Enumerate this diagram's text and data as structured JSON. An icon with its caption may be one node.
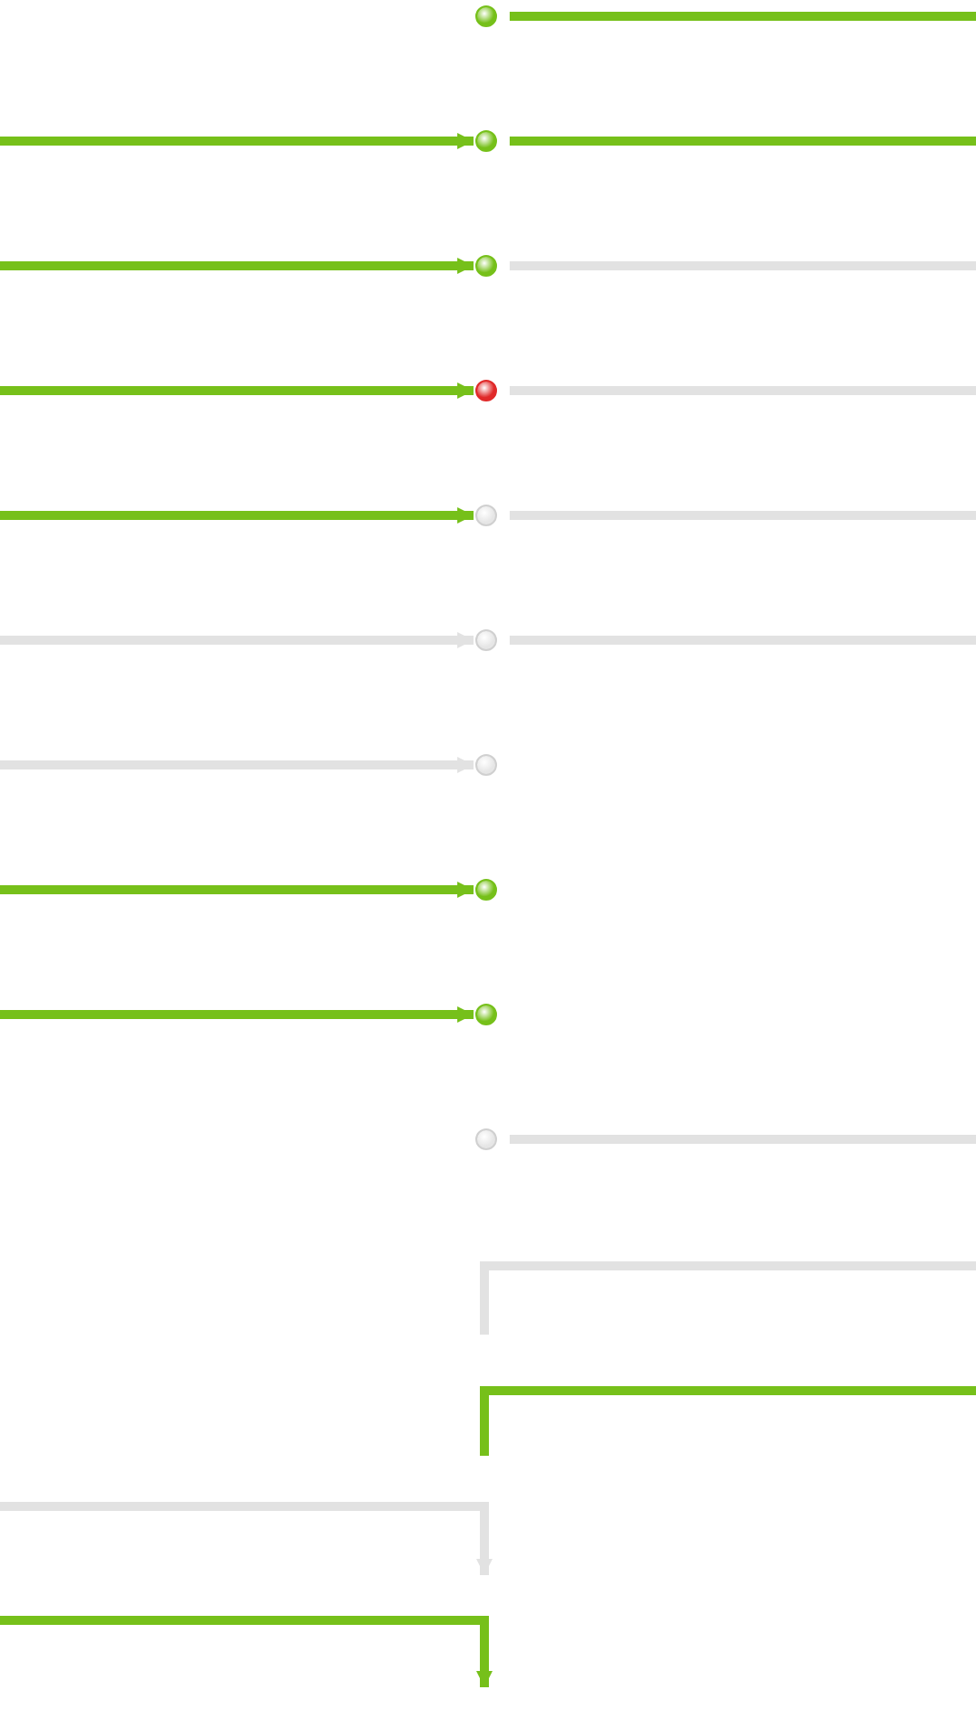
{
  "diagram": {
    "nodes": [
      {
        "text": [],
        "shape": "circle"
      },
      {
        "text": [],
        "shape": "circle"
      },
      {
        "text": [],
        "shape": "circle"
      },
      {
        "text": [],
        "shape": "circle"
      },
      {
        "text": [],
        "shape": "circle"
      },
      {
        "text": [],
        "shape": "circle"
      },
      {
        "text": [],
        "shape": "circle"
      },
      {
        "text": [],
        "shape": "circle"
      },
      {
        "text": [],
        "shape": "circle"
      },
      {
        "text": [],
        "shape": "circle"
      }
    ],
    "edges": [
      {
        "from": 0,
        "to": null,
        "arrow": "none"
      },
      {
        "from": null,
        "to": 1,
        "arrow": "to"
      },
      {
        "from": 1,
        "to": null,
        "arrow": "none"
      },
      {
        "from": null,
        "to": 2,
        "arrow": "to"
      },
      {
        "from": 2,
        "to": null,
        "arrow": "none",
        "color": "#e2e2e2"
      },
      {
        "from": null,
        "to": 3,
        "arrow": "to"
      },
      {
        "from": 3,
        "to": null,
        "arrow": "none",
        "color": "#e2e2e2"
      },
      {
        "from": null,
        "to": 4,
        "arrow": "to"
      },
      {
        "from": 4,
        "to": null,
        "arrow": "none",
        "color": "#e2e2e2"
      },
      {
        "from": null,
        "to": 5,
        "arrow": "to",
        "color": "#e2e2e2"
      },
      {
        "from": 5,
        "to": null,
        "arrow": "none",
        "color": "#e2e2e2"
      },
      {
        "from": null,
        "to": 6,
        "arrow": "to",
        "color": "#e2e2e2"
      },
      {
        "from": null,
        "to": 7,
        "arrow": "to"
      },
      {
        "from": null,
        "to": 8,
        "arrow": "to"
      },
      {
        "from": 9,
        "to": null,
        "arrow": "none",
        "color": "#e2e2e2"
      }
    ]
  }
}
